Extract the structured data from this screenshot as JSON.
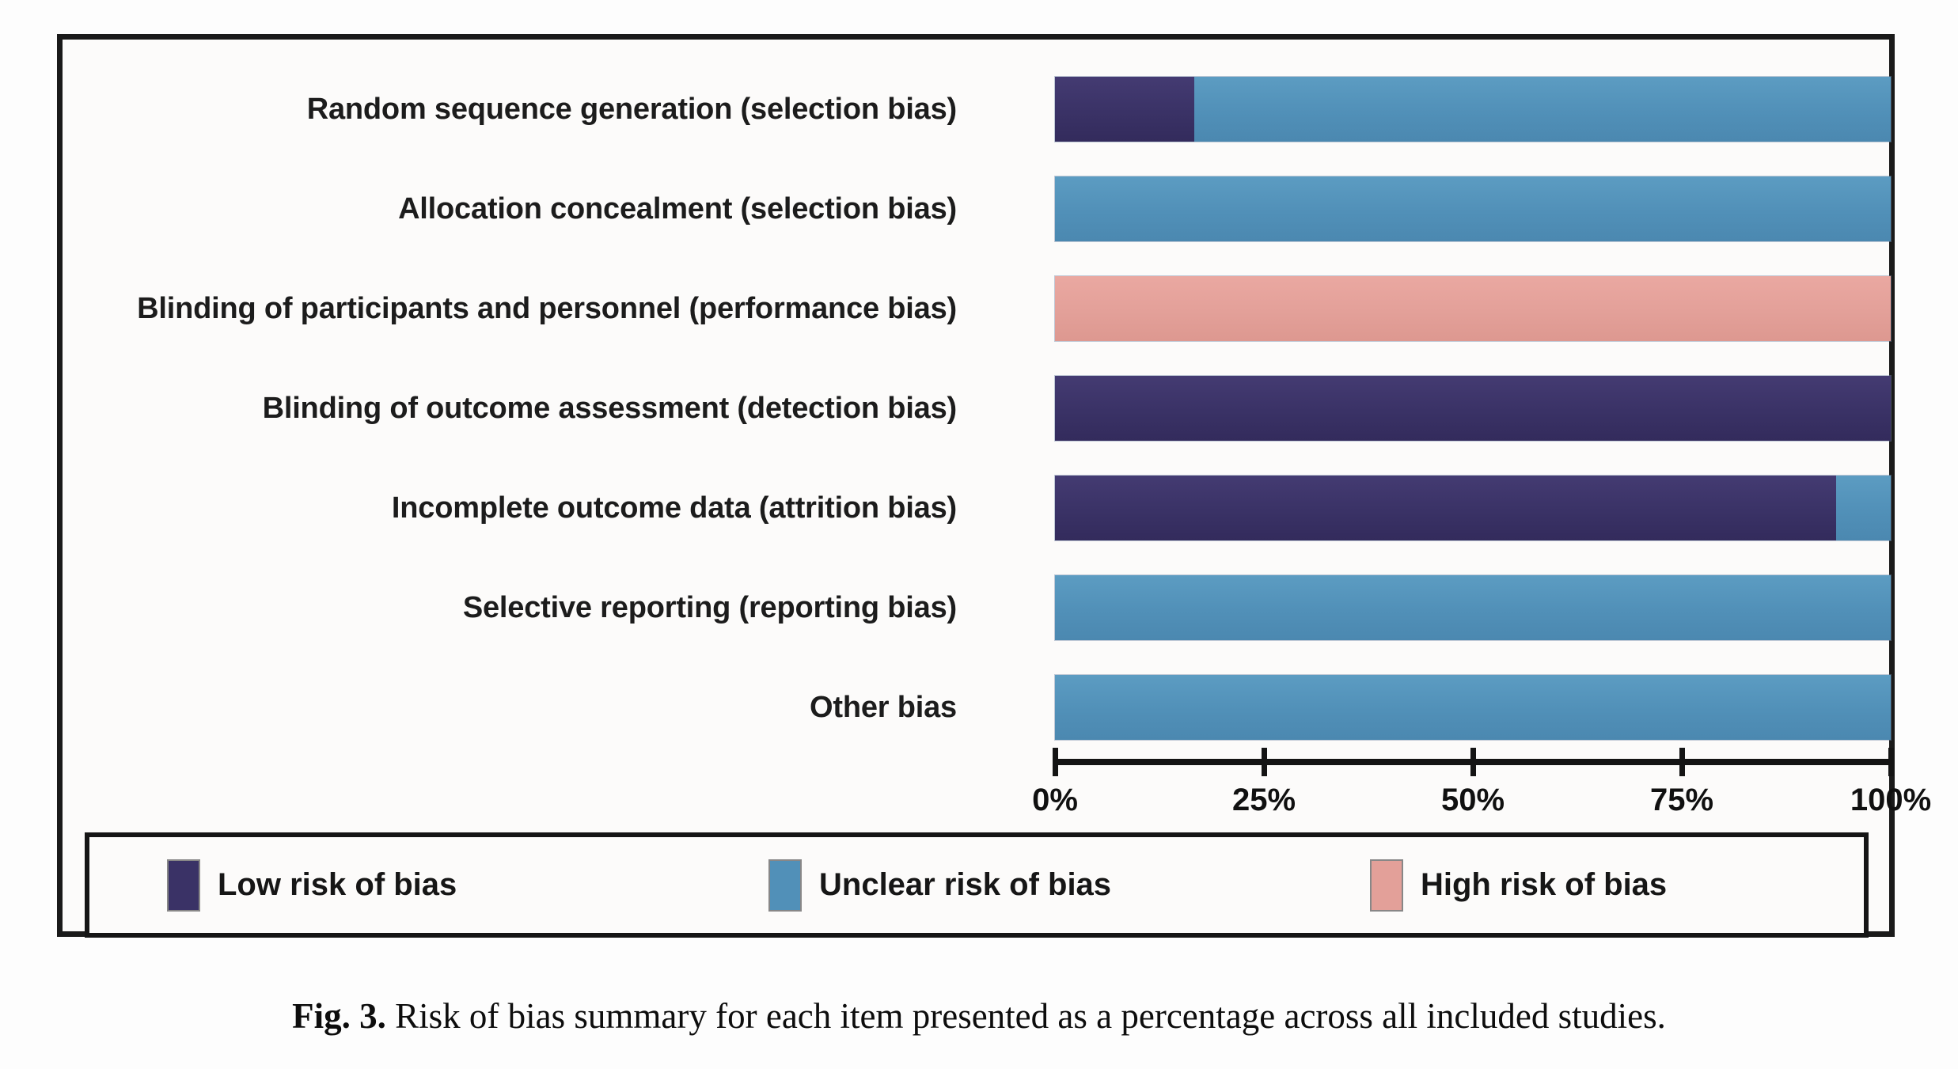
{
  "figure": {
    "caption_prefix": "Fig. 3.",
    "caption_text": "Risk of bias summary for each item presented as a percentage across all included studies."
  },
  "legend": {
    "items": [
      {
        "label": "Low risk of bias",
        "color": "#3a3266",
        "key": "low"
      },
      {
        "label": "Unclear risk of bias",
        "color": "#5190b8",
        "key": "unclear"
      },
      {
        "label": "High risk of bias",
        "color": "#e3a099",
        "key": "high"
      }
    ]
  },
  "axis": {
    "ticks": [
      "0%",
      "25%",
      "50%",
      "75%",
      "100%"
    ],
    "tick_values": [
      0,
      25,
      50,
      75,
      100
    ],
    "min": 0,
    "max": 100
  },
  "chart_data": {
    "type": "bar",
    "orientation": "horizontal",
    "stacked": true,
    "normalized_percent": true,
    "title": "",
    "subtitle": "",
    "xlabel": "",
    "ylabel": "",
    "xlim": [
      0,
      100
    ],
    "grid": false,
    "legend_position": "bottom",
    "categories": [
      "Random sequence generation (selection bias)",
      "Allocation concealment (selection bias)",
      "Blinding of participants and personnel (performance bias)",
      "Blinding of outcome assessment (detection bias)",
      "Incomplete outcome data (attrition bias)",
      "Selective reporting (reporting bias)",
      "Other bias"
    ],
    "series": [
      {
        "name": "Low risk of bias",
        "color": "#3a3266",
        "values": [
          16.7,
          0,
          0,
          100,
          93.5,
          0,
          0
        ]
      },
      {
        "name": "Unclear risk of bias",
        "color": "#5190b8",
        "values": [
          83.3,
          100,
          0,
          0,
          6.5,
          100,
          100
        ]
      },
      {
        "name": "High risk of bias",
        "color": "#e3a099",
        "values": [
          0,
          0,
          100,
          0,
          0,
          0,
          0
        ]
      }
    ],
    "tick_labels": [
      "0%",
      "25%",
      "50%",
      "75%",
      "100%"
    ],
    "annotations": []
  }
}
